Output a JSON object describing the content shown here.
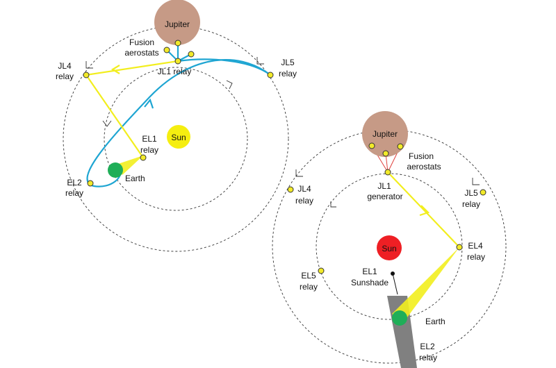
{
  "colors": {
    "jupiter": "#c69a86",
    "sun_left": "#f5ee10",
    "sun_right": "#ee1f24",
    "earth": "#1fae58",
    "beam_yellow": "#f2ee1e",
    "beam_blue": "#1ea5d2",
    "shadow": "#808080"
  },
  "left": {
    "jupiter": "Jupiter",
    "fusion": [
      "Fusion",
      "aerostats"
    ],
    "jl1": "JL1 relay",
    "jl4": [
      "JL4",
      "relay"
    ],
    "jl5": [
      "JL5",
      "relay"
    ],
    "el1": [
      "EL1",
      "relay"
    ],
    "sun": "Sun",
    "el2": [
      "EL2",
      "relay"
    ],
    "earth": "Earth"
  },
  "right": {
    "jupiter": "Jupiter",
    "fusion": [
      "Fusion",
      "aerostats"
    ],
    "jl1": [
      "JL1",
      "generator"
    ],
    "jl4": [
      "JL4",
      "relay"
    ],
    "jl5": [
      "JL5",
      "relay"
    ],
    "el4": [
      "EL4",
      "relay"
    ],
    "sun": "Sun",
    "el5": [
      "EL5",
      "relay"
    ],
    "el1": [
      "EL1",
      "Sunshade"
    ],
    "earth": "Earth",
    "el2": [
      "EL2",
      "relay"
    ]
  }
}
